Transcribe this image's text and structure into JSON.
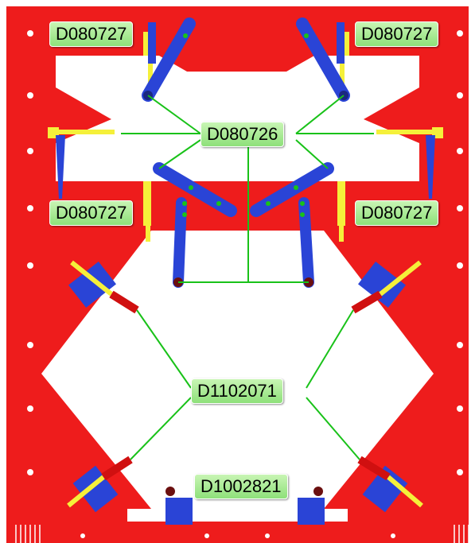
{
  "callouts": {
    "top_left": "D080727",
    "top_right": "D080727",
    "center_top": "D080726",
    "mid_left": "D080727",
    "mid_right": "D080727",
    "center_mid": "D1102071",
    "bottom": "D1002821"
  },
  "colors": {
    "frame": "#ee1c1c",
    "arm": "#2a44d6",
    "pin": "#f5f03a",
    "leader": "#19c219",
    "callout_fill": "#a8ec92",
    "clamp_tip": "#d01010"
  }
}
